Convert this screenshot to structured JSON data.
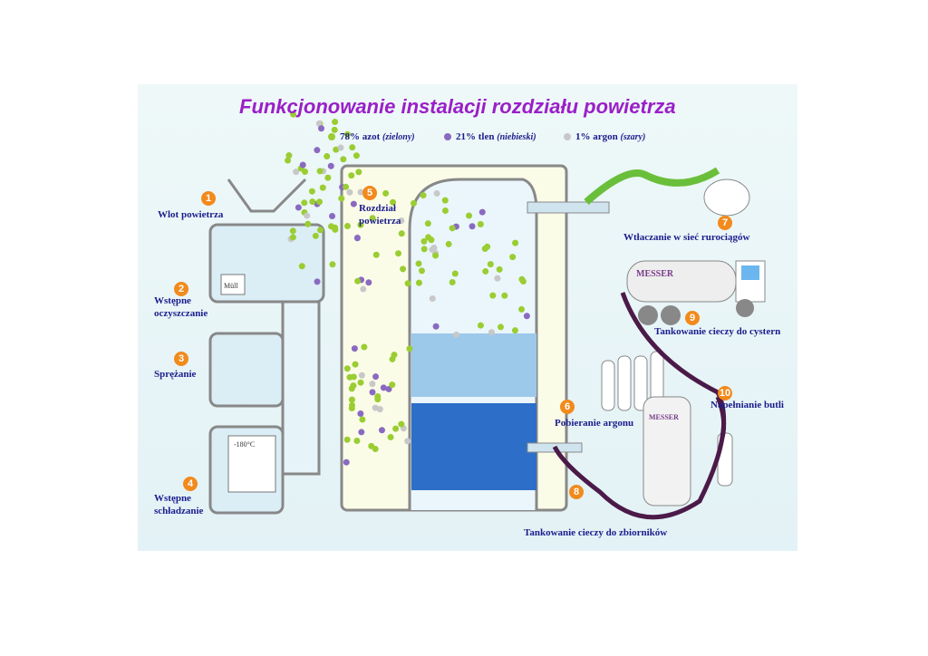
{
  "title": "Funkcjonowanie instalacji rozdziału powietrza",
  "legend": [
    {
      "text": "78% azot",
      "note": "(zielony)",
      "color": "#9acd32"
    },
    {
      "text": "21% tlen",
      "note": "(niebieski)",
      "color": "#8a6ac0"
    },
    {
      "text": "1% argon",
      "note": "(szary)",
      "color": "#c8c8c8"
    }
  ],
  "steps": [
    {
      "num": "1",
      "label": "Wlot powietrza"
    },
    {
      "num": "2",
      "label": "Wstępne oczyszczanie"
    },
    {
      "num": "3",
      "label": "Sprężanie"
    },
    {
      "num": "4",
      "label": "Wstępne schładzanie"
    },
    {
      "num": "5",
      "label": "Rozdział powietrza"
    },
    {
      "num": "6",
      "label": "Pobieranie argonu"
    },
    {
      "num": "7",
      "label": "Wtłaczanie w sieć rurociągów"
    },
    {
      "num": "8",
      "label": "Tankowanie cieczy do zbiorników"
    },
    {
      "num": "9",
      "label": "Tankowanie cieczy do cystern"
    },
    {
      "num": "10",
      "label": "Napełnianie butli"
    }
  ],
  "illustration": {
    "bin_text": "Müll",
    "fridge_temp": "-180°C",
    "brand": "MESSER"
  },
  "colors": {
    "title": "#9a1fc8",
    "labels": "#1b1d8c",
    "badge": "#f28a1c"
  }
}
